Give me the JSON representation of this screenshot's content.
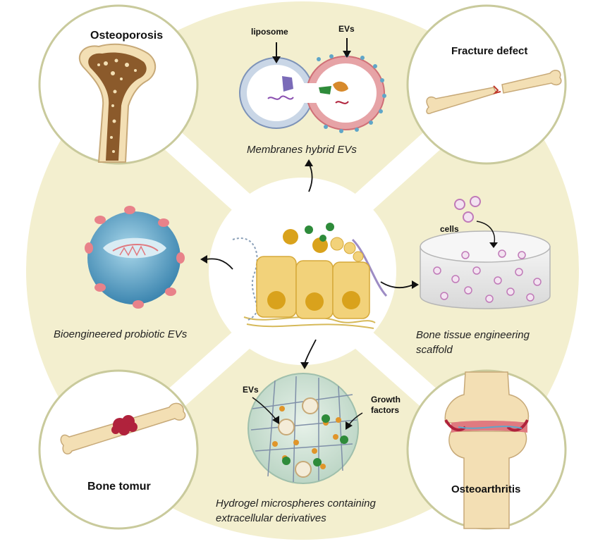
{
  "diseases": {
    "osteoporosis": "Osteoporosis",
    "fracture": "Fracture defect",
    "tumor": "Bone tomur",
    "osteoarthritis": "Osteoarthritis"
  },
  "strategies": {
    "membranes": "Membranes hybrid EVs",
    "probiotic": "Bioengineered probiotic EVs",
    "scaffold_line1": "Bone tissue engineering",
    "scaffold_line2": "scaffold",
    "hydrogel_line1": "Hydrogel microspheres containing",
    "hydrogel_line2": "extracellular derivatives"
  },
  "annotations": {
    "liposome": "liposome",
    "evs_top": "EVs",
    "cells": "cells",
    "evs_hydrogel": "EVs",
    "growth_line1": "Growth",
    "growth_line2": "factors"
  },
  "colors": {
    "background_disc": "#f3efcf",
    "circle_border": "#c9ca9c",
    "bone": "#f3dfb4",
    "bone_trabecular": "#8b5a2b",
    "tumor": "#b0223c",
    "ev_blue": "#5fa6c8",
    "ev_red": "#e07a80",
    "cell": "#f2d27a",
    "nucleus": "#d9a21c",
    "growth_factor": "#2e8b3a"
  }
}
